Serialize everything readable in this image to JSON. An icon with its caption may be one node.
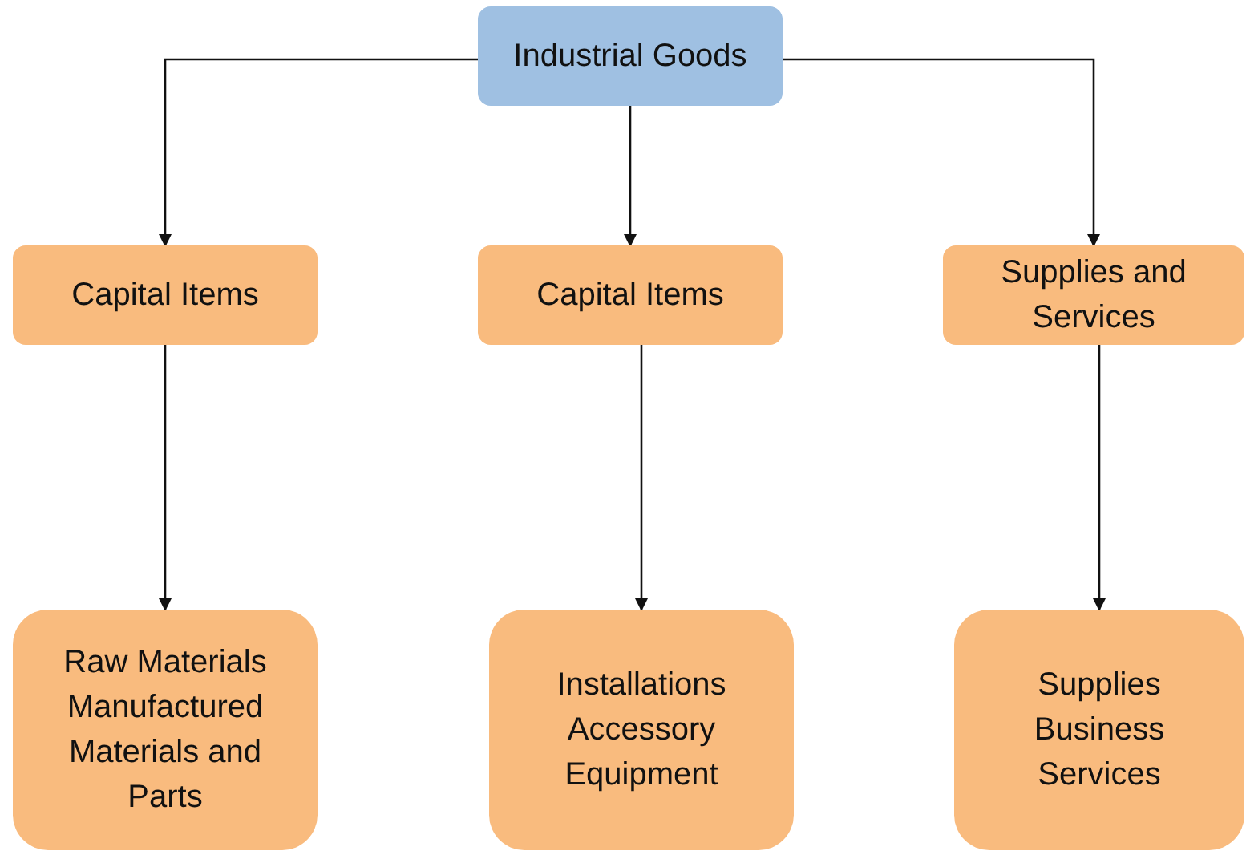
{
  "diagram": {
    "nodes": [
      {
        "text": [
          "Industrial Goods"
        ]
      },
      {
        "text": [
          "Capital Items"
        ]
      },
      {
        "text": [
          "Capital Items"
        ]
      },
      {
        "text": [
          "Supplies and Services"
        ]
      },
      {
        "text": [
          "Raw Materials Manufactured Materials and Parts"
        ]
      },
      {
        "text": [
          "Installations Accessory Equipment"
        ]
      },
      {
        "text": [
          "Supplies Business Services"
        ]
      }
    ],
    "edges": [
      {
        "from": 0,
        "to": 1,
        "arrow": "to"
      },
      {
        "from": 0,
        "to": 2,
        "arrow": "to"
      },
      {
        "from": 0,
        "to": 3,
        "arrow": "to"
      },
      {
        "from": 1,
        "to": 4,
        "arrow": "to"
      },
      {
        "from": 2,
        "to": 5,
        "arrow": "to"
      },
      {
        "from": 3,
        "to": 6,
        "arrow": "to"
      }
    ]
  }
}
